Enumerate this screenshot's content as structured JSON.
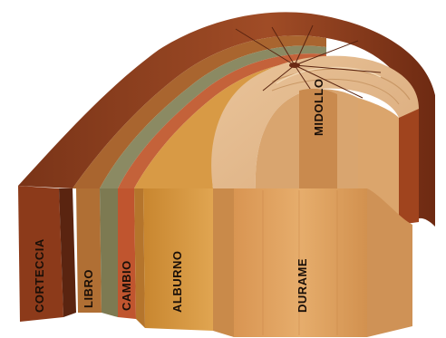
{
  "labels": {
    "corteza": "CORTECCIA",
    "libro": "LIBRO",
    "cambio": "CAMBIO",
    "alburno": "ALBURNO",
    "durame": "DURAME",
    "midollo": "MIDOLLO"
  },
  "colors": {
    "corteza_dark": "#6e2a12",
    "corteza": "#9a4a26",
    "libro": "#a9652f",
    "cambio_strip": "#8b8a63",
    "cambio": "#c4623a",
    "alburno": "#d89a45",
    "durame": "#e0a060",
    "durame_light": "#ecc08a",
    "top_face": "#e6b98e",
    "pith": "#6b2a14"
  }
}
